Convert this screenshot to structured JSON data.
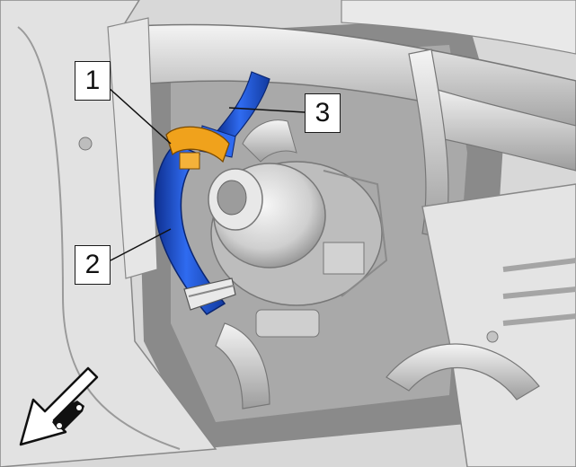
{
  "callouts": [
    {
      "number": "1",
      "part": "hose clamp"
    },
    {
      "number": "2",
      "part": "hose"
    },
    {
      "number": "3",
      "part": "tube"
    }
  ],
  "colors": {
    "highlight": "#1e4fd6",
    "clamp": "#f0a21c",
    "background_gray": "#d5d5d5"
  },
  "icons": [
    "vehicle-front-direction-icon"
  ]
}
